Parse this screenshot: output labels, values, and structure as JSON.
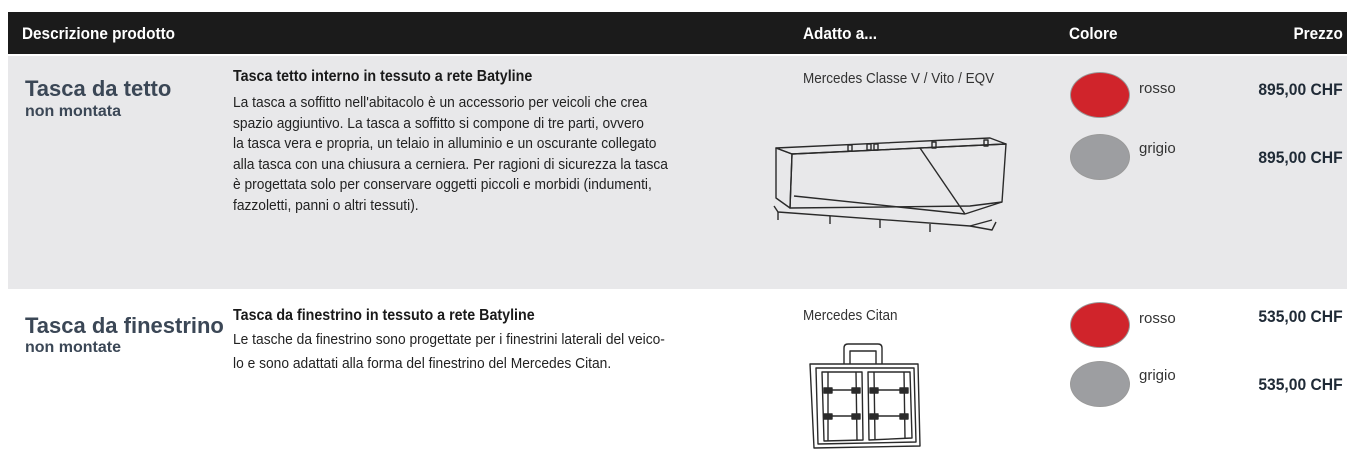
{
  "header": {
    "description": "Descrizione prodotto",
    "fit": "Adatto a...",
    "color": "Colore",
    "price": "Prezzo"
  },
  "colors": {
    "header_bg": "#1b1b1b",
    "row_alt_bg": "#e8e8ea",
    "title_color": "#3b4756",
    "red_swatch": "#d0242b",
    "grey_swatch": "#9d9ea1"
  },
  "products": [
    {
      "title": "Tasca da tetto",
      "subtitle": "non montata",
      "desc_title": "Tasca tetto interno in tessuto a rete Batyline",
      "desc_lines": [
        "La tasca a soffitto nell'abitacolo è un accessorio per veicoli che crea",
        "spazio aggiuntivo. La tasca a soffitto si compone di tre parti, ovvero",
        "la tasca vera e propria, un telaio in alluminio e un oscurante collegato",
        "alla tasca con una chiusura a cerniera. Per ragioni di sicurezza la tasca",
        "è progettata solo per conservare oggetti piccoli e morbidi (indumenti,",
        "fazzoletti, panni o altri tessuti)."
      ],
      "fit": "Mercedes Classe V / Vito / EQV",
      "image_icon": "roof-pocket-illustration",
      "variants": [
        {
          "color_name": "rosso",
          "swatch": "#d0242b",
          "price": "895,00 CHF"
        },
        {
          "color_name": "grigio",
          "swatch": "#9d9ea1",
          "price": "895,00 CHF"
        }
      ]
    },
    {
      "title": "Tasca da finestrino",
      "subtitle": "non montate",
      "desc_title": "Tasca da finestrino in tessuto a rete Batyline",
      "desc_lines": [
        "Le tasche da finestrino sono progettate per i finestrini laterali del veico-",
        "lo e sono adattati alla forma del finestrino del Mercedes Citan."
      ],
      "fit": "Mercedes Citan",
      "image_icon": "window-pocket-illustration",
      "variants": [
        {
          "color_name": "rosso",
          "swatch": "#d0242b",
          "price": "535,00 CHF"
        },
        {
          "color_name": "grigio",
          "swatch": "#9d9ea1",
          "price": "535,00 CHF"
        }
      ]
    }
  ]
}
